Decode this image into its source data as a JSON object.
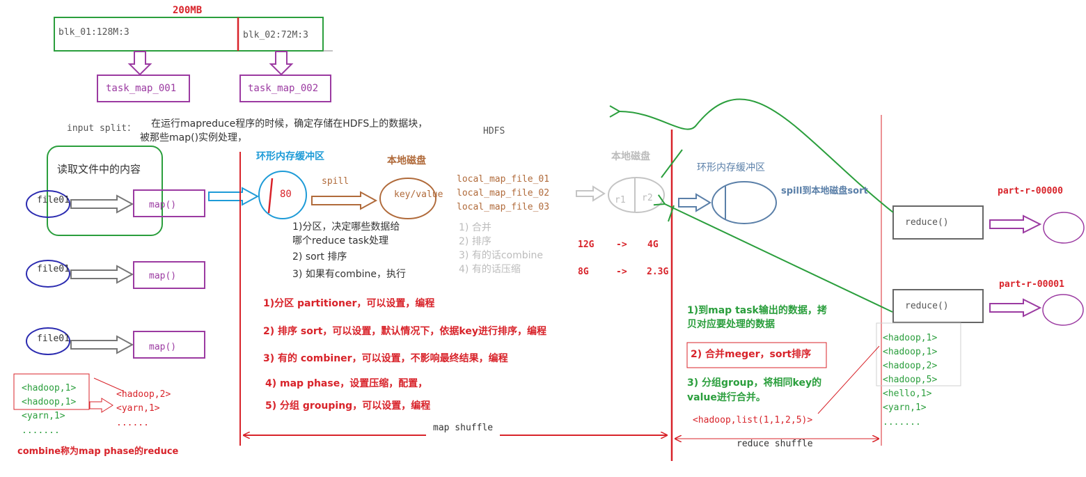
{
  "block": {
    "size_label": "200MB",
    "blk1": "blk_01:128M:3",
    "blk2": "blk_02:72M:3",
    "task1": "task_map_001",
    "task2": "task_map_002"
  },
  "input_split": {
    "label": "input split：",
    "line1": "在运行mapreduce程序的时候，确定存储在HDFS上的数据块，",
    "line2": "被那些map()实例处理，",
    "hdfs": "HDFS"
  },
  "read": {
    "label": "读取文件中的内容",
    "file": "file01",
    "map": "map()"
  },
  "buffer": {
    "label": "环形内存缓冲区",
    "value": "80",
    "spill": "spill"
  },
  "local_disk": {
    "label": "本地磁盘",
    "kv": "key/value",
    "files": [
      "local_map_file_01",
      "local_map_file_02",
      "local_map_file_03"
    ]
  },
  "spill_steps": [
    "1)分区，决定哪些数据给",
    "哪个reduce task处理",
    "2) sort 排序",
    "3) 如果有combine，执行"
  ],
  "merge_steps": [
    "1) 合并",
    "2) 排序",
    "3) 有的话combine",
    "4) 有的话压缩"
  ],
  "compress": {
    "r1_from": "12G",
    "r1_arrow": "->",
    "r1_to": "4G",
    "r2_from": "8G",
    "r2_arrow": "->",
    "r2_to": "2.3G"
  },
  "map_notes": [
    "1)分区 partitioner，可以设置，编程",
    "2) 排序 sort，可以设置，默认情况下，依据key进行排序，编程",
    "3) 有的 combiner，可以设置，不影响最终结果，编程",
    "4) map phase，设置压缩，配置，",
    "5) 分组 grouping，可以设置，编程"
  ],
  "combine_example": {
    "left": [
      "<hadoop,1>",
      "<hadoop,1>",
      "<yarn,1>",
      "......."
    ],
    "right": [
      "<hadoop,2>",
      "<yarn,1>",
      "......"
    ],
    "note": "combine称为map phase的reduce"
  },
  "reduce_side": {
    "local_disk": "本地磁盘",
    "r1": "r1",
    "r2": "r2",
    "buffer": "环形内存缓冲区",
    "spill_sort": "spill到本地磁盘sort",
    "note1a": "1)到map task输出的数据，拷",
    "note1b": "贝对应要处理的数据",
    "note2": "2) 合并meger，sort排序",
    "note3a": "3) 分组group，将相同key的",
    "note3b": "value进行合并。",
    "grouped": "<hadoop,list(1,1,2,5)>",
    "reduce": "reduce()",
    "part0": "part-r-00000",
    "part1": "part-r-00001",
    "kv_list": [
      "<hadoop,1>",
      "<hadoop,1>",
      "<hadoop,2>",
      "<hadoop,5>",
      "<hello,1>",
      "<yarn,1>",
      "......."
    ]
  },
  "shuffle": {
    "map": "map shuffle",
    "reduce": "reduce shuffle"
  }
}
